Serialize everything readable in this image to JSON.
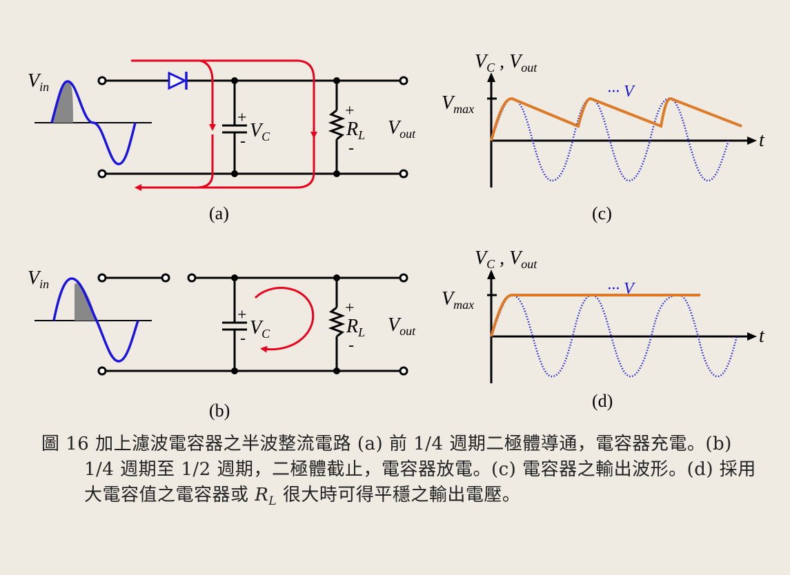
{
  "labels": {
    "vin": "V",
    "vin_sub": "in",
    "vc": "V",
    "vc_sub": "C",
    "rl": "R",
    "rl_sub": "L",
    "vout": "V",
    "vout_sub": "out",
    "plus": "+",
    "minus": "-",
    "panel_a": "(a)",
    "panel_b": "(b)",
    "panel_c": "(c)",
    "panel_d": "(d)",
    "axis_y_v": "V",
    "axis_y_c_sub": "C",
    "axis_y_sep": " , V",
    "axis_y_out_sub": "out",
    "vmax": "V",
    "vmax_sub": "max",
    "t_axis": "t",
    "trunc": "··· V"
  },
  "caption": {
    "number": "圖 16",
    "text_before_rl": "加上濾波電容器之半波整流電路 (a) 前 1/4 週期二極體導通，電容器充電。(b) 1/4 週期至 1/2 週期，二極體截止，電容器放電。(c) 電容器之輸出波形。(d) 採用大電容值之電容器或",
    "rl": "R",
    "rl_sub": "L",
    "text_after_rl": "很大時可得平穩之輸出電壓。"
  },
  "colors": {
    "background": "#efebe2",
    "current_path": "#e8001c",
    "input_wave": "#1a14e0",
    "output_wave": "#dd7a28",
    "diode": "#1a14e0"
  }
}
